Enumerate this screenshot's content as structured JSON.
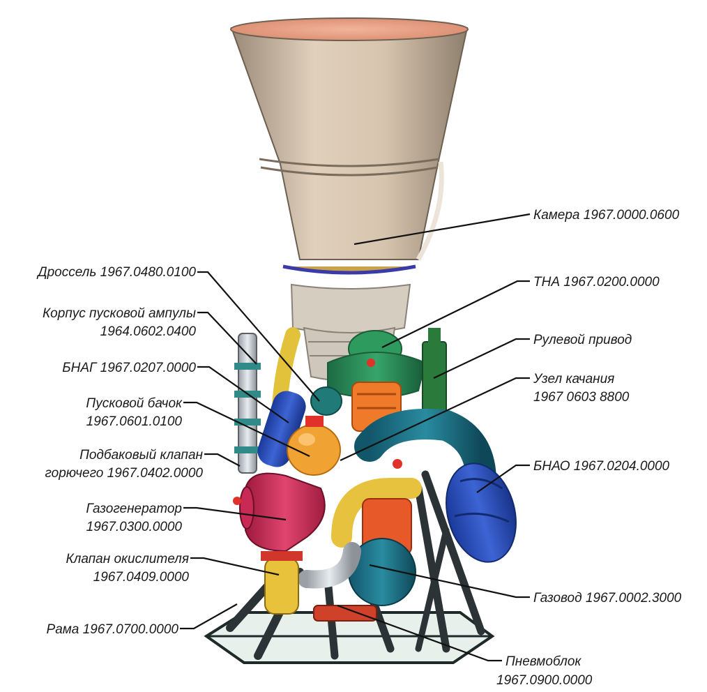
{
  "labels": {
    "kamera": "Камера 1967.0000.0600",
    "tna": "ТНА 1967.0200.0000",
    "rul": "Рулевой привод",
    "uzel_1": "Узел качания",
    "uzel_2": "1967 0603 8800",
    "bnao": "БНАО 1967.0204.0000",
    "gazovod": "Газовод 1967.0002.3000",
    "pnevmo_1": "Пневмоблок",
    "pnevmo_2": "1967.0900.0000",
    "drossel": "Дроссель 1967.0480.0100",
    "korpus_1": "Корпус пусковой ампулы",
    "korpus_2": "1964.0602.0400",
    "bnag": "БНАГ 1967.0207.0000",
    "bachok_1": "Пусковой бачок",
    "bachok_2": "1967.0601.0100",
    "podbak_1": "Подбаковый клапан",
    "podbak_2": "горючего 1967.0402.0000",
    "gazogen_1": "Газогенератор",
    "gazogen_2": "1967.0300.0000",
    "klapan_1": "Клапан окислителя",
    "klapan_2": "1967.0409.0000",
    "rama": "Рама 1967.0700.0000"
  }
}
